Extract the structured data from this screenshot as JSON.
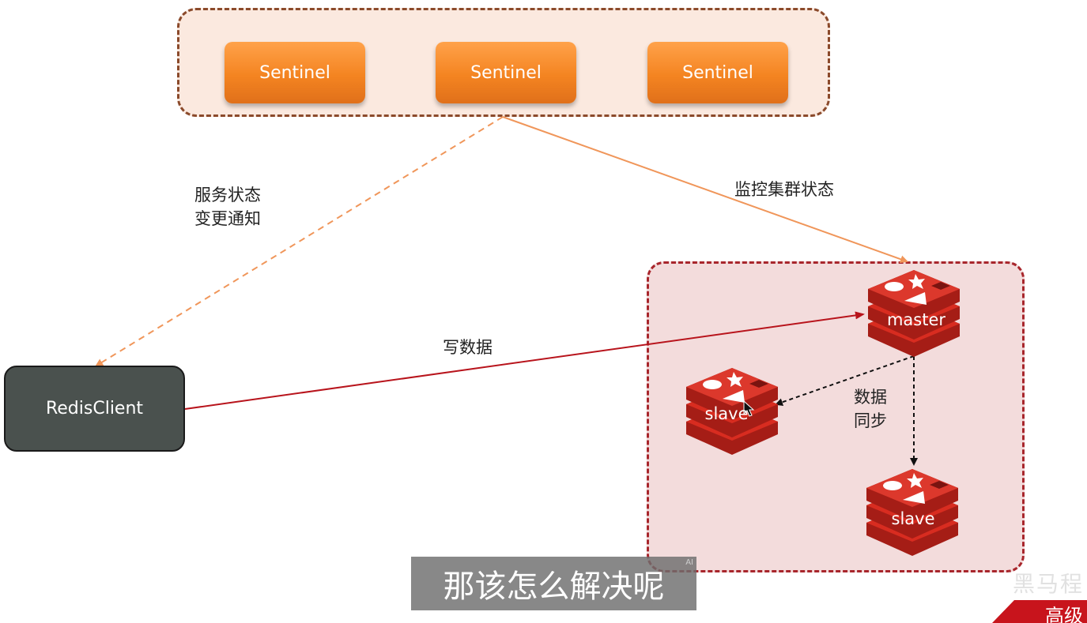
{
  "sentinels": {
    "label_1": "Sentinel",
    "label_2": "Sentinel",
    "label_3": "Sentinel"
  },
  "labels": {
    "notify_line1": "服务状态",
    "notify_line2": "变更通知",
    "monitor": "监控集群状态",
    "write": "写数据",
    "sync_line1": "数据",
    "sync_line2": "同步"
  },
  "client": {
    "name": "RedisClient"
  },
  "cluster": {
    "master_label": "master",
    "slave1_label": "slave",
    "slave2_label": "slave"
  },
  "overlay": {
    "subtitle": "那该怎么解决呢",
    "ai_badge": "AI",
    "watermark": "黑马程",
    "corner_text": "高级"
  },
  "colors": {
    "sentinel_orange": "#f48421",
    "sentinel_group_fill": "#fbe9df",
    "sentinel_group_border": "#8b4a2b",
    "cluster_fill": "#f3dcdc",
    "cluster_border": "#a8262c",
    "client_fill": "#4a514e",
    "redis_red": "#d82c20",
    "write_arrow": "#b8141c",
    "monitor_arrow": "#f0965a"
  },
  "icons": {
    "redis": "redis-logo-icon",
    "cursor": "mouse-pointer-icon"
  }
}
